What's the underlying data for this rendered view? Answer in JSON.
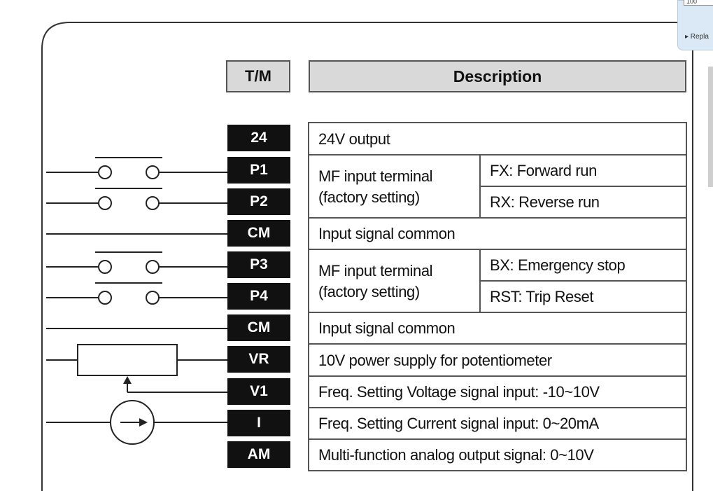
{
  "table": {
    "tm_header": "T/M",
    "desc_header": "Description"
  },
  "terminals": [
    "24",
    "P1",
    "P2",
    "CM",
    "P3",
    "P4",
    "CM",
    "VR",
    "V1",
    "I",
    "AM"
  ],
  "rows": {
    "r24": "24V output",
    "mf1_desc": "MF input terminal",
    "mf1_note": "(factory setting)",
    "fx": "FX: Forward run",
    "rx": "RX: Reverse run",
    "cm1": "Input signal common",
    "mf2_desc": "MF input terminal",
    "mf2_note": "(factory setting)",
    "bx": "BX: Emergency stop",
    "rst": "RST: Trip Reset",
    "cm2": "Input signal common",
    "vr": "10V power supply for potentiometer",
    "v1": "Freq. Setting Voltage signal input: -10~10V",
    "i": "Freq. Setting Current signal input: 0~20mA",
    "am": "Multi-function analog output signal: 0~10V"
  },
  "side_panel": {
    "input_value": "100",
    "replay_label": "▸ Repla"
  },
  "colors": {
    "terminal_bg": "#111111",
    "header_bg": "#d9d9d9",
    "line": "#555555"
  }
}
